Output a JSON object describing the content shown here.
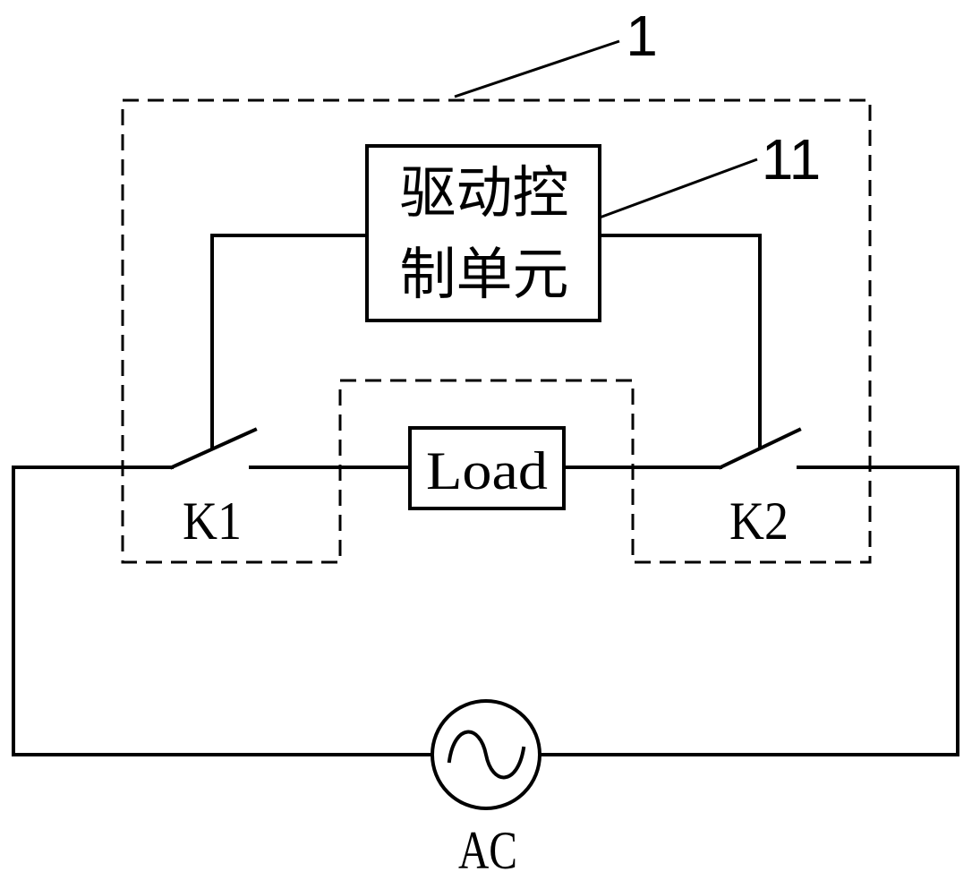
{
  "reference_labels": {
    "module": "1",
    "control_unit": "11"
  },
  "control_unit": {
    "text_line_1": "驱动控",
    "text_line_2": "制单元"
  },
  "load": {
    "label": "Load"
  },
  "switches": [
    {
      "label": "K1"
    },
    {
      "label": "K2"
    }
  ],
  "ac_source": {
    "label": "AC",
    "icon": "sine-wave-icon"
  },
  "colors": {
    "line": "#000000",
    "background": "#ffffff"
  }
}
